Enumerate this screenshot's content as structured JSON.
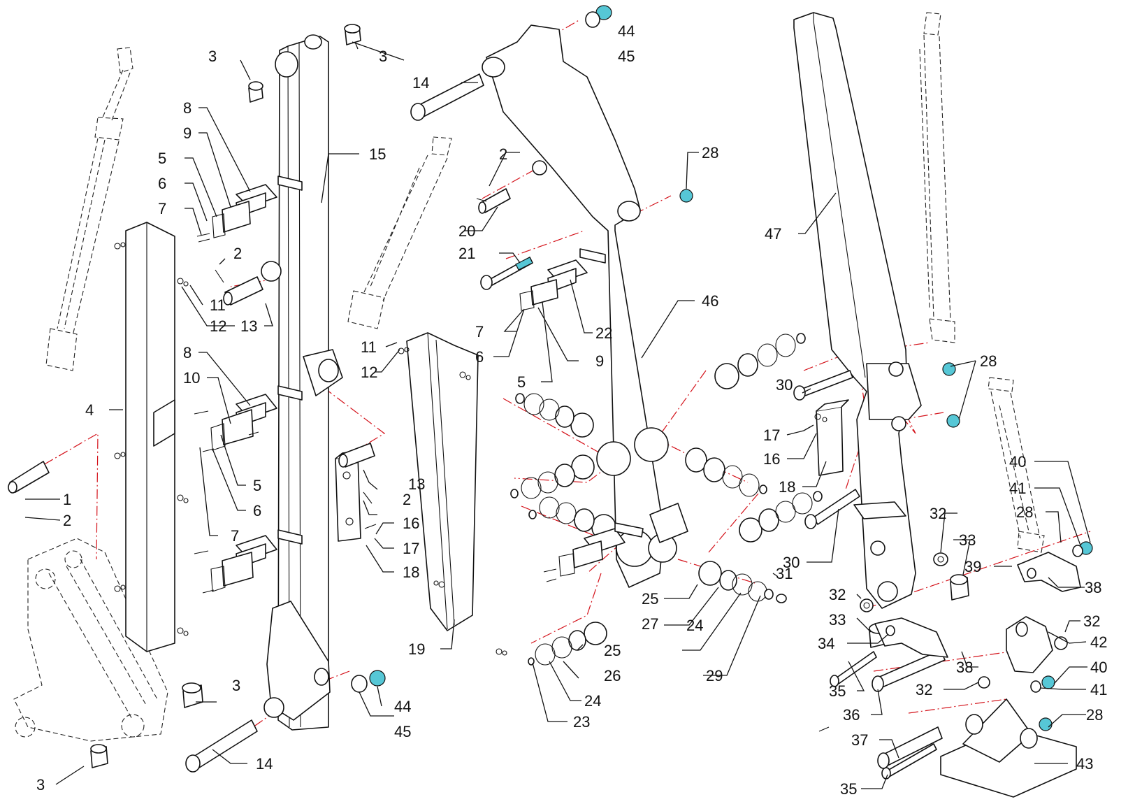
{
  "callouts": [
    {
      "id": "c1",
      "text": "1"
    },
    {
      "id": "c2a",
      "text": "2"
    },
    {
      "id": "c2b",
      "text": "2"
    },
    {
      "id": "c2c",
      "text": "2"
    },
    {
      "id": "c2d",
      "text": "2"
    },
    {
      "id": "c3a",
      "text": "3"
    },
    {
      "id": "c3b",
      "text": "3"
    },
    {
      "id": "c3c",
      "text": "3"
    },
    {
      "id": "c3d",
      "text": "3"
    },
    {
      "id": "c4",
      "text": "4"
    },
    {
      "id": "c5a",
      "text": "5"
    },
    {
      "id": "c5b",
      "text": "5"
    },
    {
      "id": "c5c",
      "text": "5"
    },
    {
      "id": "c6a",
      "text": "6"
    },
    {
      "id": "c6b",
      "text": "6"
    },
    {
      "id": "c6c",
      "text": "6"
    },
    {
      "id": "c7a",
      "text": "7"
    },
    {
      "id": "c7b",
      "text": "7"
    },
    {
      "id": "c7c",
      "text": "7"
    },
    {
      "id": "c8a",
      "text": "8"
    },
    {
      "id": "c8b",
      "text": "8"
    },
    {
      "id": "c9a",
      "text": "9"
    },
    {
      "id": "c9b",
      "text": "9"
    },
    {
      "id": "c10",
      "text": "10"
    },
    {
      "id": "c11a",
      "text": "11"
    },
    {
      "id": "c11b",
      "text": "11"
    },
    {
      "id": "c12a",
      "text": "12"
    },
    {
      "id": "c12b",
      "text": "12"
    },
    {
      "id": "c13a",
      "text": "13"
    },
    {
      "id": "c13b",
      "text": "13"
    },
    {
      "id": "c14a",
      "text": "14"
    },
    {
      "id": "c14b",
      "text": "14"
    },
    {
      "id": "c15",
      "text": "15"
    },
    {
      "id": "c16a",
      "text": "16"
    },
    {
      "id": "c16b",
      "text": "16"
    },
    {
      "id": "c17a",
      "text": "17"
    },
    {
      "id": "c17b",
      "text": "17"
    },
    {
      "id": "c18a",
      "text": "18"
    },
    {
      "id": "c18b",
      "text": "18"
    },
    {
      "id": "c19",
      "text": "19"
    },
    {
      "id": "c20",
      "text": "20"
    },
    {
      "id": "c21",
      "text": "21"
    },
    {
      "id": "c22",
      "text": "22"
    },
    {
      "id": "c23",
      "text": "23"
    },
    {
      "id": "c24a",
      "text": "24"
    },
    {
      "id": "c24b",
      "text": "24"
    },
    {
      "id": "c25a",
      "text": "25"
    },
    {
      "id": "c25b",
      "text": "25"
    },
    {
      "id": "c26",
      "text": "26"
    },
    {
      "id": "c27",
      "text": "27"
    },
    {
      "id": "c28a",
      "text": "28"
    },
    {
      "id": "c28b",
      "text": "28"
    },
    {
      "id": "c28c",
      "text": "28"
    },
    {
      "id": "c28d",
      "text": "28"
    },
    {
      "id": "c29",
      "text": "29"
    },
    {
      "id": "c30a",
      "text": "30"
    },
    {
      "id": "c30b",
      "text": "30"
    },
    {
      "id": "c31",
      "text": "31"
    },
    {
      "id": "c32a",
      "text": "32"
    },
    {
      "id": "c32b",
      "text": "32"
    },
    {
      "id": "c32c",
      "text": "32"
    },
    {
      "id": "c32d",
      "text": "32"
    },
    {
      "id": "c33a",
      "text": "33"
    },
    {
      "id": "c33b",
      "text": "33"
    },
    {
      "id": "c34",
      "text": "34"
    },
    {
      "id": "c35a",
      "text": "35"
    },
    {
      "id": "c35b",
      "text": "35"
    },
    {
      "id": "c36",
      "text": "36"
    },
    {
      "id": "c37",
      "text": "37"
    },
    {
      "id": "c38a",
      "text": "38"
    },
    {
      "id": "c38b",
      "text": "38"
    },
    {
      "id": "c39",
      "text": "39"
    },
    {
      "id": "c40a",
      "text": "40"
    },
    {
      "id": "c40b",
      "text": "40"
    },
    {
      "id": "c41a",
      "text": "41"
    },
    {
      "id": "c41b",
      "text": "41"
    },
    {
      "id": "c42",
      "text": "42"
    },
    {
      "id": "c43",
      "text": "43"
    },
    {
      "id": "c44a",
      "text": "44"
    },
    {
      "id": "c44b",
      "text": "44"
    },
    {
      "id": "c45a",
      "text": "45"
    },
    {
      "id": "c45b",
      "text": "45"
    },
    {
      "id": "c46",
      "text": "46"
    },
    {
      "id": "c47",
      "text": "47"
    }
  ],
  "colors": {
    "line": "#111111",
    "centerline": "#d4121a",
    "highlight_nut": "#56c7d6"
  }
}
